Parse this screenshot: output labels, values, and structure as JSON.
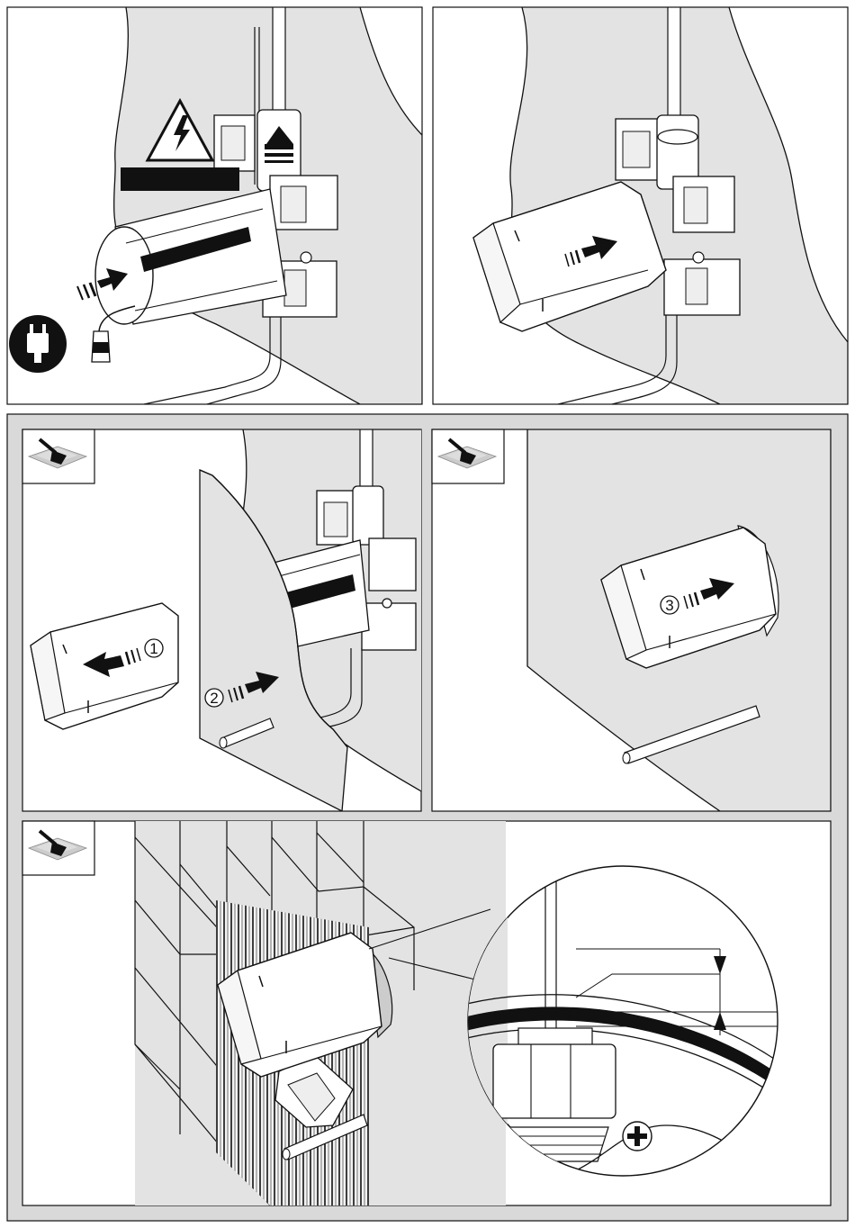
{
  "panels": {
    "top_left": {
      "labels": []
    },
    "top_right": {
      "labels": []
    },
    "middle_left": {
      "step_1": "1",
      "step_2": "2"
    },
    "middle_right": {
      "step_3": "3"
    },
    "bottom": {
      "labels": []
    }
  },
  "icons": [
    "high-voltage-warning-icon",
    "power-plug-icon",
    "trowel-plaster-icon"
  ],
  "colors": {
    "line": "#111111",
    "wall": "#e3e3e3",
    "frame": "#d9d9d9",
    "panel": "#ffffff"
  }
}
